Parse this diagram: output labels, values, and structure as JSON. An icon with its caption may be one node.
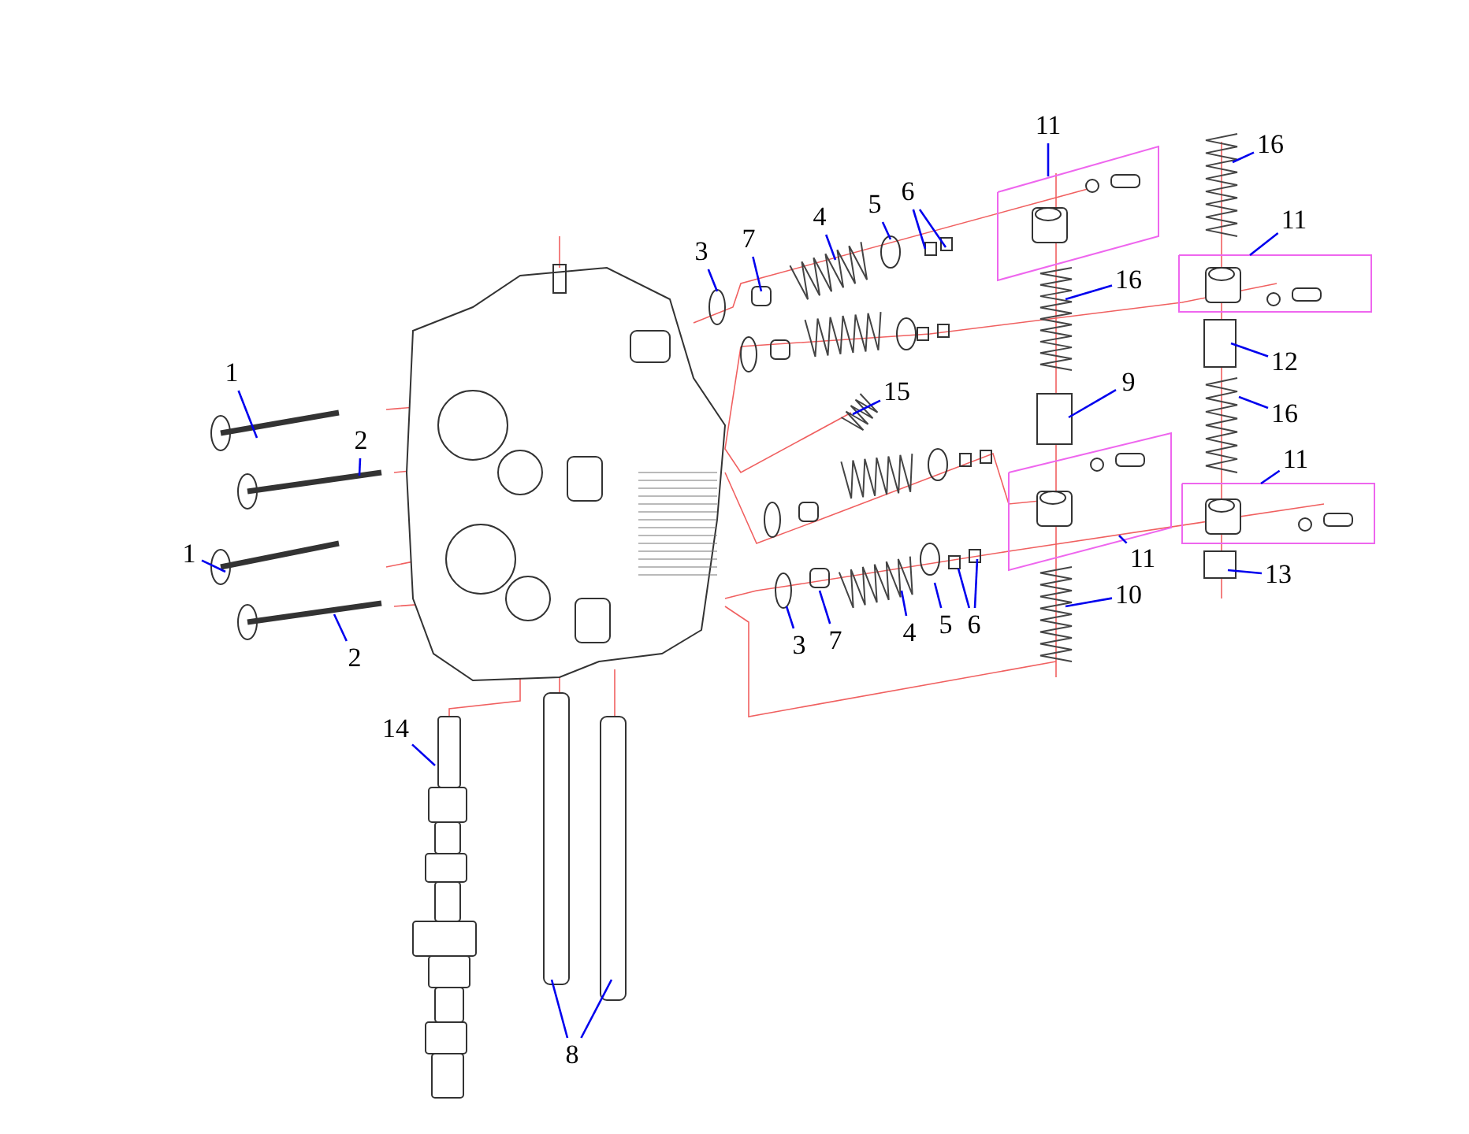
{
  "diagram": {
    "nodes": [
      {
        "text": [
          "11"
        ]
      },
      {
        "text": [
          "16"
        ]
      },
      {
        "text": [
          "6"
        ]
      },
      {
        "text": [
          "5"
        ]
      },
      {
        "text": [
          "4"
        ]
      },
      {
        "text": [
          "11"
        ]
      },
      {
        "text": [
          "3"
        ]
      },
      {
        "text": [
          "7"
        ]
      },
      {
        "text": [
          "16"
        ]
      },
      {
        "text": [
          "12"
        ]
      },
      {
        "text": [
          "1"
        ]
      },
      {
        "text": [
          "9"
        ]
      },
      {
        "text": [
          "15"
        ]
      },
      {
        "text": [
          "16"
        ]
      },
      {
        "text": [
          "2"
        ]
      },
      {
        "text": [
          "11"
        ]
      },
      {
        "text": [
          "1"
        ]
      },
      {
        "text": [
          "11"
        ]
      },
      {
        "text": [
          "13"
        ]
      },
      {
        "text": [
          "10"
        ]
      },
      {
        "text": [
          "2"
        ]
      },
      {
        "text": [
          "3"
        ]
      },
      {
        "text": [
          "7"
        ]
      },
      {
        "text": [
          "4"
        ]
      },
      {
        "text": [
          "5"
        ]
      },
      {
        "text": [
          "6"
        ]
      },
      {
        "text": [
          "14"
        ]
      },
      {
        "text": [
          "8"
        ]
      }
    ],
    "edges": [
      {
        "from": 0,
        "to": null,
        "arrow": "none"
      },
      {
        "from": 1,
        "to": null,
        "arrow": "none"
      },
      {
        "from": 2,
        "to": null,
        "arrow": "none"
      },
      {
        "from": 2,
        "to": null,
        "arrow": "none"
      },
      {
        "from": 3,
        "to": null,
        "arrow": "none"
      },
      {
        "from": 4,
        "to": null,
        "arrow": "none"
      },
      {
        "from": 5,
        "to": null,
        "arrow": "none"
      },
      {
        "from": 6,
        "to": null,
        "arrow": "none"
      },
      {
        "from": 7,
        "to": null,
        "arrow": "none"
      },
      {
        "from": 8,
        "to": null,
        "arrow": "none"
      },
      {
        "from": 9,
        "to": null,
        "arrow": "none"
      },
      {
        "from": 10,
        "to": null,
        "arrow": "none"
      },
      {
        "from": 11,
        "to": null,
        "arrow": "none"
      },
      {
        "from": 12,
        "to": null,
        "arrow": "none"
      },
      {
        "from": 13,
        "to": null,
        "arrow": "none"
      },
      {
        "from": 14,
        "to": null,
        "arrow": "none"
      },
      {
        "from": 15,
        "to": null,
        "arrow": "none"
      },
      {
        "from": 16,
        "to": null,
        "arrow": "none"
      },
      {
        "from": 17,
        "to": null,
        "arrow": "none"
      },
      {
        "from": 18,
        "to": null,
        "arrow": "none"
      },
      {
        "from": 19,
        "to": null,
        "arrow": "none"
      },
      {
        "from": 20,
        "to": null,
        "arrow": "none"
      },
      {
        "from": 21,
        "to": null,
        "arrow": "none"
      },
      {
        "from": 22,
        "to": null,
        "arrow": "none"
      },
      {
        "from": 23,
        "to": null,
        "arrow": "none"
      },
      {
        "from": 24,
        "to": null,
        "arrow": "none"
      },
      {
        "from": 25,
        "to": null,
        "arrow": "none"
      },
      {
        "from": 25,
        "to": null,
        "arrow": "none"
      },
      {
        "from": 26,
        "to": null,
        "arrow": "none"
      },
      {
        "from": 27,
        "to": null,
        "arrow": "none"
      },
      {
        "from": 27,
        "to": null,
        "arrow": "none"
      }
    ]
  }
}
